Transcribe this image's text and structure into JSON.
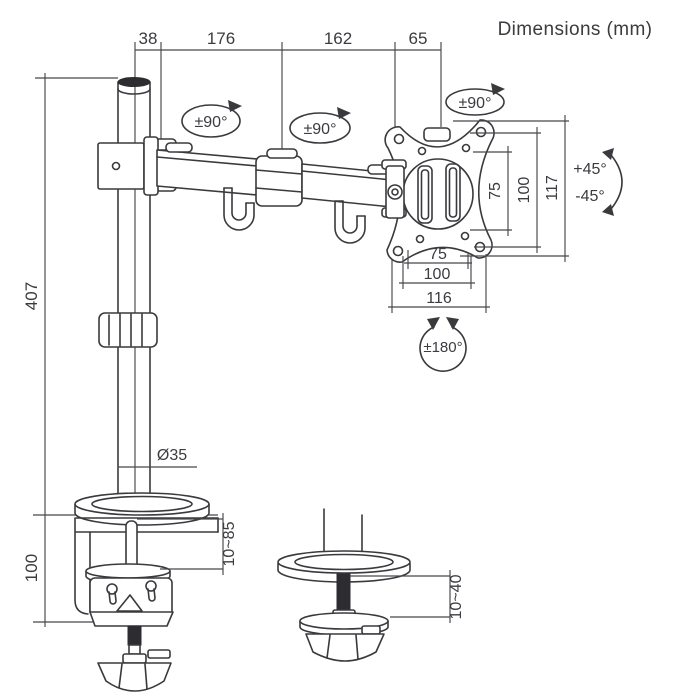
{
  "title": "Dimensions (mm)",
  "top_dims": [
    "38",
    "176",
    "162",
    "65"
  ],
  "side_dims": {
    "pole_height": "407",
    "clamp_height": "100"
  },
  "labels": {
    "pole_diameter": "Ø35",
    "clamp_range": "10~85",
    "grommet_range": "10~40"
  },
  "vesa_dims": {
    "vertical": [
      "75",
      "100",
      "117"
    ],
    "horizontal": [
      "75",
      "100",
      "116"
    ]
  },
  "rotations": {
    "swivel": [
      "±90°",
      "±90°",
      "±90°"
    ],
    "tilt_up": "+45°",
    "tilt_down": "-45°",
    "pan": "±180°"
  }
}
